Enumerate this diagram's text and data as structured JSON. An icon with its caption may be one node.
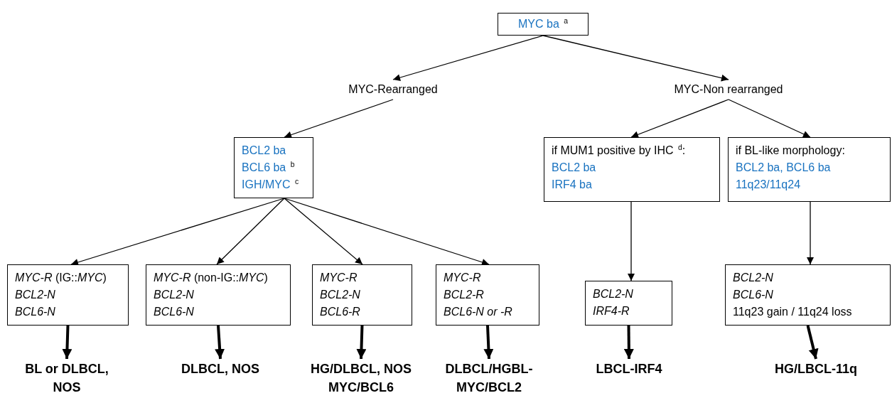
{
  "diagram": {
    "nodes": [
      {
        "text": [
          "MYC ba $^{a}$"
        ]
      },
      {
        "text": [
          "MYC-Rearranged"
        ]
      },
      {
        "text": [
          "MYC-Non rearranged"
        ]
      },
      {
        "text": [
          "BCL2 ba",
          "BCL6 ba $^{b}$",
          "IGH/MYC $^{c}$"
        ]
      },
      {
        "text": [
          "if MUM1 positive by IHC $^{d}$:",
          "BCL2 ba",
          "IRF4 ba"
        ]
      },
      {
        "text": [
          "if BL-like morphology:",
          "BCL2 ba, BCL6 ba",
          "11q23/11q24"
        ]
      },
      {
        "text": [
          "*MYC-R* (IG::*MYC*)",
          "*BCL2-N*",
          "*BCL6-N*"
        ]
      },
      {
        "text": [
          "*MYC-R* (non-IG::*MYC*)",
          "*BCL2-N*",
          "*BCL6-N*"
        ]
      },
      {
        "text": [
          "*MYC-R*",
          "*BCL2-N*",
          "*BCL6-R*"
        ]
      },
      {
        "text": [
          "*MYC-R*",
          "*BCL2-R*",
          "*BCL6-N or -R*"
        ]
      },
      {
        "text": [
          "*BCL2-N*",
          "*IRF4-R*"
        ]
      },
      {
        "text": [
          "*BCL2-N*",
          "*BCL6-N*",
          "11q23 gain / 11q24 loss"
        ]
      },
      {
        "text": [
          "BL or DLBCL, NOS"
        ]
      },
      {
        "text": [
          "DLBCL, NOS"
        ]
      },
      {
        "text": [
          "HG/DLBCL, NOS MYC/BCL6"
        ]
      },
      {
        "text": [
          "DLBCL/HGBL-MYC/BCL2"
        ]
      },
      {
        "text": [
          "LBCL-IRF4"
        ]
      },
      {
        "text": [
          "HG/LBCL-11q"
        ]
      }
    ],
    "edges": [
      {
        "from": 0,
        "to": 1,
        "arrow": "to"
      },
      {
        "from": 0,
        "to": 2,
        "arrow": "to"
      },
      {
        "from": 1,
        "to": 3,
        "arrow": "to"
      },
      {
        "from": 2,
        "to": 4,
        "arrow": "to"
      },
      {
        "from": 2,
        "to": 5,
        "arrow": "to"
      },
      {
        "from": 3,
        "to": 6,
        "arrow": "to"
      },
      {
        "from": 3,
        "to": 7,
        "arrow": "to"
      },
      {
        "from": 3,
        "to": 8,
        "arrow": "to"
      },
      {
        "from": 3,
        "to": 9,
        "arrow": "to"
      },
      {
        "from": 4,
        "to": 10,
        "arrow": "to"
      },
      {
        "from": 5,
        "to": 11,
        "arrow": "to"
      },
      {
        "from": 6,
        "to": 12,
        "arrow": "to",
        "style": "thick"
      },
      {
        "from": 7,
        "to": 13,
        "arrow": "to",
        "style": "thick"
      },
      {
        "from": 8,
        "to": 14,
        "arrow": "to",
        "style": "thick"
      },
      {
        "from": 9,
        "to": 15,
        "arrow": "to",
        "style": "thick"
      },
      {
        "from": 10,
        "to": 16,
        "arrow": "to",
        "style": "thick"
      },
      {
        "from": 11,
        "to": 17,
        "arrow": "to",
        "style": "thick"
      }
    ]
  }
}
